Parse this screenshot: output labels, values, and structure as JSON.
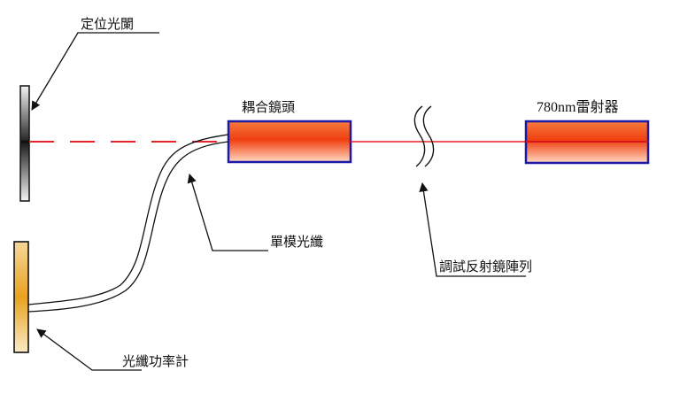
{
  "labels": {
    "alignment_aperture": "定位光闌",
    "coupling_lens": "耦合鏡頭",
    "laser": "780nm雷射器",
    "single_mode_fiber": "單模光纖",
    "mirror_array": "調試反射鏡陣列",
    "fiber_power_meter": "光纖功率計"
  },
  "colors": {
    "beam": "#e8232a",
    "component_border": "#1a1aa6",
    "component_fill_dark": "#f04a12",
    "component_fill_light": "#ffd2b8",
    "aperture": "#333333",
    "power_meter": "#e8a21e",
    "line": "#111111"
  }
}
